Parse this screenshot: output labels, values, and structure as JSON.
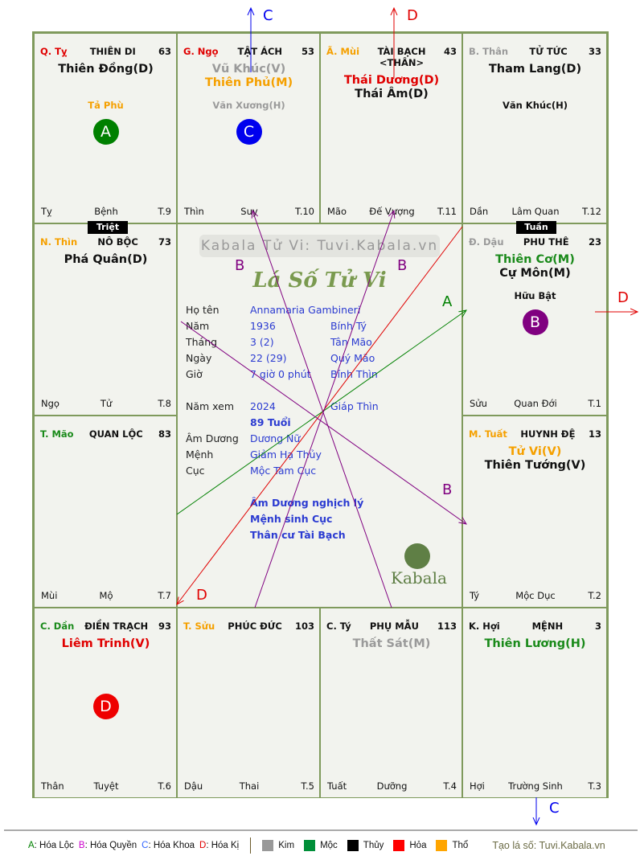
{
  "cells": [
    {
      "can": "Q. Tỵ",
      "can_color": "#e00000",
      "palace": "THIÊN DI",
      "num": "63",
      "stars": [
        {
          "name": "Thiên Đồng(D)",
          "color": "#111111"
        }
      ],
      "minor": [
        {
          "name": "Tả Phù",
          "color": "#f5a000"
        }
      ],
      "badge": {
        "letter": "A",
        "color": "#008000"
      },
      "branch": "Tỵ",
      "stage": "Bệnh",
      "month": "T.9"
    },
    {
      "can": "G. Ngọ",
      "can_color": "#e00000",
      "palace": "TẬT ÁCH",
      "num": "53",
      "stars": [
        {
          "name": "Vũ Khúc(V)",
          "color": "#9a9a9a"
        },
        {
          "name": "Thiên Phủ(M)",
          "color": "#f5a000"
        }
      ],
      "minor": [
        {
          "name": "Văn Xương(H)",
          "color": "#9a9a9a"
        }
      ],
      "badge": {
        "letter": "C",
        "color": "#0000ee"
      },
      "branch": "Thìn",
      "stage": "Suy",
      "month": "T.10"
    },
    {
      "can": "Ã. Mùi",
      "can_color": "#f5a000",
      "palace": "TÀI BẠCH <THÂN>",
      "num": "43",
      "stars": [
        {
          "name": "Thái Dương(D)",
          "color": "#e00000"
        },
        {
          "name": "Thái Âm(D)",
          "color": "#111111"
        }
      ],
      "minor": [],
      "branch": "Mão",
      "stage": "Đế Vượng",
      "month": "T.11"
    },
    {
      "can": "B. Thân",
      "can_color": "#9a9a9a",
      "palace": "TỬ TỨC",
      "num": "33",
      "stars": [
        {
          "name": "Tham Lang(D)",
          "color": "#111111"
        }
      ],
      "minor": [
        {
          "name": "Văn Khúc(H)",
          "color": "#111111"
        }
      ],
      "branch": "Dần",
      "stage": "Lâm Quan",
      "month": "T.12"
    },
    {
      "can": "N. Thìn",
      "can_color": "#f5a000",
      "palace": "NÔ BỘC",
      "num": "73",
      "stars": [
        {
          "name": "Phá Quân(D)",
          "color": "#111111"
        }
      ],
      "minor": [],
      "branch": "Ngọ",
      "stage": "Tử",
      "month": "T.8",
      "tag": "Triệt"
    },
    {
      "can": "Đ. Dậu",
      "can_color": "#9a9a9a",
      "palace": "PHU THÊ",
      "num": "23",
      "stars": [
        {
          "name": "Thiên Cơ(M)",
          "color": "#1a8a1a"
        },
        {
          "name": "Cự Môn(M)",
          "color": "#111111"
        }
      ],
      "minor": [
        {
          "name": "Hữu Bật",
          "color": "#111111"
        }
      ],
      "badge": {
        "letter": "B",
        "color": "#800080"
      },
      "branch": "Sửu",
      "stage": "Quan Đới",
      "month": "T.1",
      "tag": "Tuần"
    },
    {
      "can": "T. Mão",
      "can_color": "#1a8a1a",
      "palace": "QUAN LỘC",
      "num": "83",
      "stars": [],
      "minor": [],
      "branch": "Mùi",
      "stage": "Mộ",
      "month": "T.7"
    },
    {
      "can": "M. Tuất",
      "can_color": "#f5a000",
      "palace": "HUYNH ĐỆ",
      "num": "13",
      "stars": [
        {
          "name": "Tử Vi(V)",
          "color": "#f5a000"
        },
        {
          "name": "Thiên Tướng(V)",
          "color": "#111111"
        }
      ],
      "minor": [],
      "branch": "Tý",
      "stage": "Mộc Dục",
      "month": "T.2"
    },
    {
      "can": "C. Dần",
      "can_color": "#1a8a1a",
      "palace": "ĐIỀN TRẠCH",
      "num": "93",
      "stars": [
        {
          "name": "Liêm Trinh(V)",
          "color": "#e00000"
        }
      ],
      "minor": [],
      "badge": {
        "letter": "D",
        "color": "#ee0000"
      },
      "branch": "Thân",
      "stage": "Tuyệt",
      "month": "T.6"
    },
    {
      "can": "T. Sửu",
      "can_color": "#f5a000",
      "palace": "PHÚC ĐỨC",
      "num": "103",
      "stars": [],
      "minor": [],
      "branch": "Dậu",
      "stage": "Thai",
      "month": "T.5"
    },
    {
      "can": "C. Tý",
      "can_color": "#111111",
      "palace": "PHỤ MẪU",
      "num": "113",
      "stars": [
        {
          "name": "Thất Sát(M)",
          "color": "#9a9a9a"
        }
      ],
      "minor": [],
      "branch": "Tuất",
      "stage": "Dưỡng",
      "month": "T.4"
    },
    {
      "can": "K. Hợi",
      "can_color": "#111111",
      "palace": "MỆNH",
      "num": "3",
      "stars": [
        {
          "name": "Thiên Lương(H)",
          "color": "#1a8a1a"
        }
      ],
      "minor": [],
      "branch": "Hợi",
      "stage": "Trường Sinh",
      "month": "T.3"
    }
  ],
  "center": {
    "watermark": "Kabala Tử Vi: Tuvi.Kabala.vn",
    "title": "Lá Số Tử Vi",
    "rows": [
      {
        "k": "Họ tên",
        "v": "Annamaria Gambineri",
        "v2": ""
      },
      {
        "k": "Năm",
        "v": "1936",
        "v2": "Bính Tý"
      },
      {
        "k": "Tháng",
        "v": "3  (2)",
        "v2": "Tân Mão"
      },
      {
        "k": "Ngày",
        "v": "22  (29)",
        "v2": "Quý Mão"
      },
      {
        "k": "Giờ",
        "v": "7 giờ 0 phút",
        "v2": "Bính Thìn"
      },
      {
        "k": "",
        "v": "",
        "v2": ""
      },
      {
        "k": "Năm xem",
        "v": "2024",
        "v2": "Giáp Thìn"
      },
      {
        "k": "",
        "v": "89 Tuổi",
        "v2": "",
        "bold": true
      },
      {
        "k": "Âm Dương",
        "v": "Dương Nữ",
        "v2": ""
      },
      {
        "k": "Mệnh",
        "v": "Giảm Hạ Thủy",
        "v2": ""
      },
      {
        "k": "Cục",
        "v": "Mộc Tam Cục",
        "v2": ""
      },
      {
        "k": "",
        "v": "",
        "v2": ""
      },
      {
        "k": "",
        "v": "Âm Dương nghịch lý",
        "v2": "",
        "bold": true
      },
      {
        "k": "",
        "v": "Mệnh sinh Cục",
        "v2": "",
        "bold": true
      },
      {
        "k": "",
        "v": "Thân cư Tài Bạch",
        "v2": "",
        "bold": true
      }
    ],
    "logo_text": "Kabala"
  },
  "arrow_labels": {
    "c_top": "C",
    "d_top": "D",
    "d_right": "D",
    "a": "A",
    "b_mid": "B",
    "b_left": "B",
    "b_right": "B",
    "d_low": "D",
    "c_bottom": "C"
  },
  "footer": {
    "hoa": [
      {
        "k": "A",
        "t": ": Hóa Lộc",
        "color": "#008000"
      },
      {
        "k": "B",
        "t": ": Hóa Quyền",
        "color": "#cc00cc"
      },
      {
        "k": "C",
        "t": ": Hóa Khoa",
        "color": "#3366ff"
      },
      {
        "k": "D",
        "t": ": Hóa Kị",
        "color": "#e00000"
      }
    ],
    "elements": [
      {
        "t": "Kim",
        "color": "#999999"
      },
      {
        "t": "Mộc",
        "color": "#008f39"
      },
      {
        "t": "Thủy",
        "color": "#000000"
      },
      {
        "t": "Hỏa",
        "color": "#ff0000"
      },
      {
        "t": "Thổ",
        "color": "#ffa500"
      }
    ],
    "credit": "Tạo lá số: Tuvi.Kabala.vn"
  }
}
